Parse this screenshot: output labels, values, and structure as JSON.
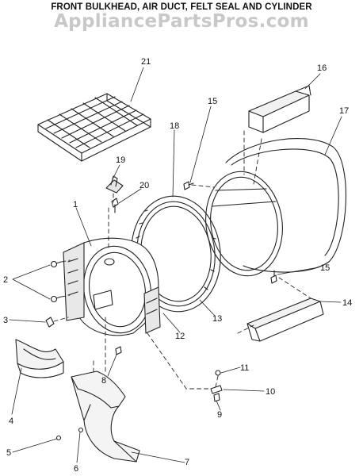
{
  "header": {
    "title": "FRONT BULKHEAD, AIR DUCT, FELT SEAL AND CYLINDER",
    "watermark": "AppliancePartsPros.com"
  },
  "diagram": {
    "callouts": [
      "1",
      "2",
      "3",
      "4",
      "5",
      "6",
      "7",
      "8",
      "9",
      "10",
      "11",
      "12",
      "13",
      "14",
      "15",
      "15",
      "16",
      "17",
      "18",
      "19",
      "20",
      "21"
    ]
  }
}
